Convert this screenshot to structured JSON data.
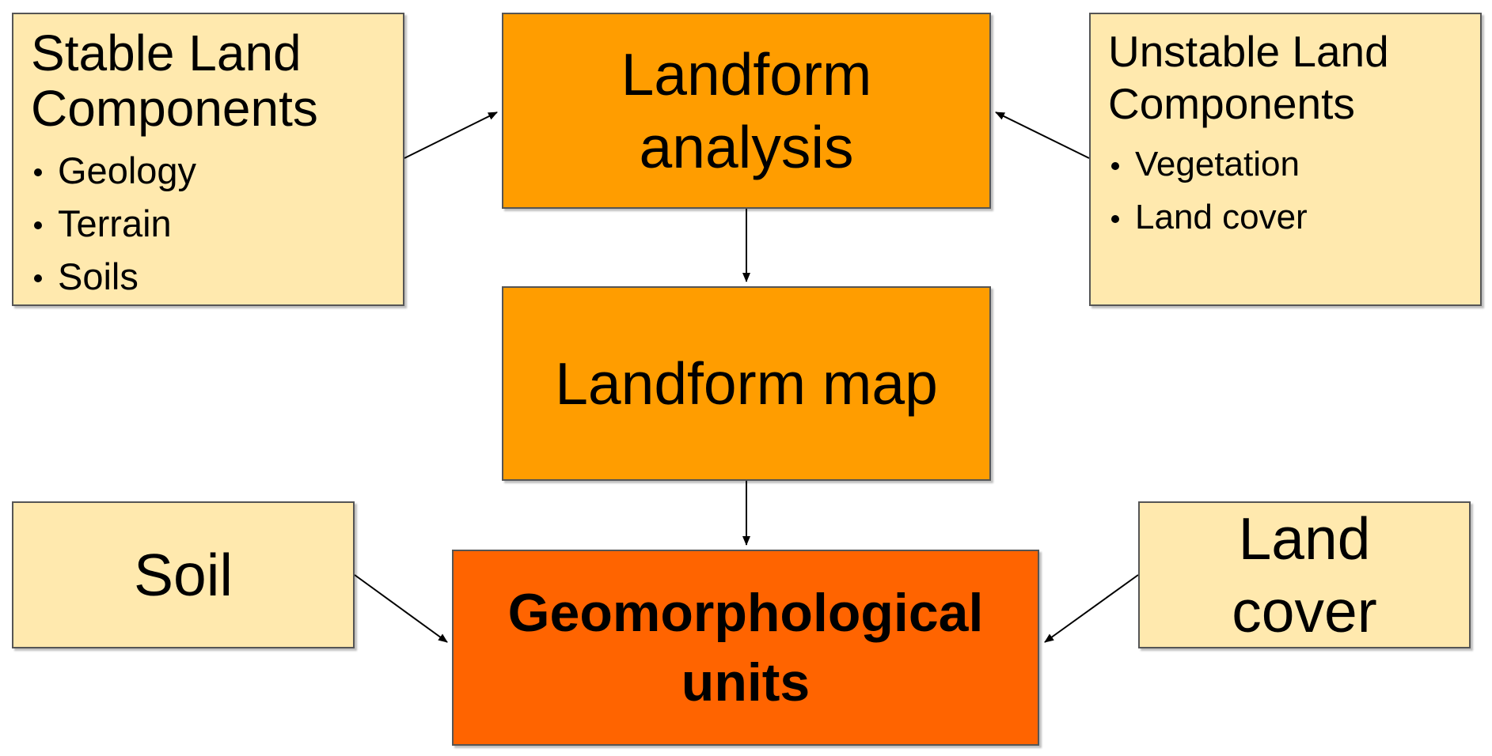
{
  "stable": {
    "title_line1": "Stable Land",
    "title_line2": "Components",
    "items": [
      "Geology",
      "Terrain",
      "Soils"
    ]
  },
  "unstable": {
    "title_line1": "Unstable Land",
    "title_line2": "Components",
    "items": [
      "Vegetation",
      "Land cover"
    ]
  },
  "analysis": {
    "line1": "Landform",
    "line2": "analysis"
  },
  "map": {
    "label": "Landform map"
  },
  "geomorph": {
    "line1": "Geomorphological",
    "line2": "units"
  },
  "soil": {
    "label": "Soil"
  },
  "landcover": {
    "line1": "Land",
    "line2": "cover"
  },
  "colors": {
    "light_box": "#ffe9ae",
    "orange_box": "#ff9d00",
    "deep_orange_box": "#ff6400"
  }
}
